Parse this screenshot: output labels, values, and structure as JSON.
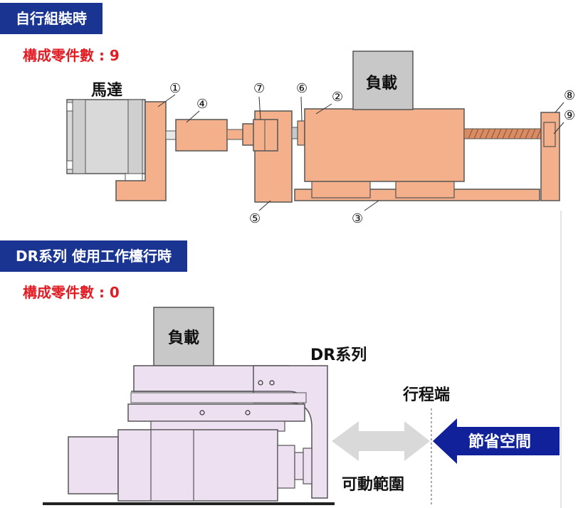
{
  "section1": {
    "title": "自行組裝時",
    "parts_count": "構成零件數 : 9",
    "motor_label": "馬達",
    "load_label": "負載",
    "callouts": [
      "①",
      "②",
      "③",
      "④",
      "⑤",
      "⑥",
      "⑦",
      "⑧",
      "⑨"
    ]
  },
  "section2": {
    "title": "DR系列 使用工作檯行時",
    "parts_count": "構成零件數 : 0",
    "load_label": "負載",
    "series_label": "DR系列",
    "stroke_end_label": "行程端",
    "range_label": "可動範圍",
    "space_saving_label": "節省空間"
  },
  "colors": {
    "header_bg": "#1a3591",
    "count_red": "#e11c24",
    "part_orange": "#f4b08a",
    "actuator_lavender": "#ece0f1",
    "load_gray": "#c8c8c8",
    "arrow_gray": "#d9d9d9",
    "arrow_blue": "#10219a"
  }
}
